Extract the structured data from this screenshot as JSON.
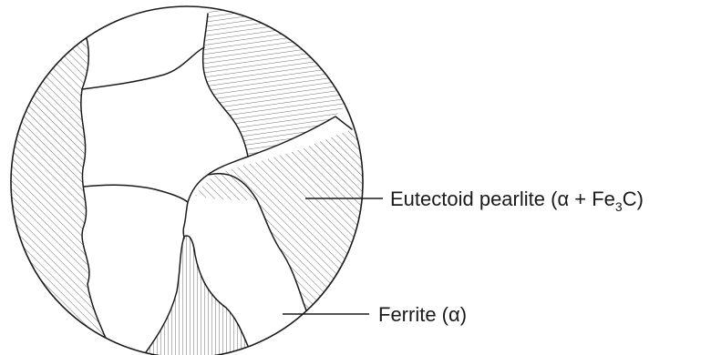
{
  "labels": {
    "pearlite": {
      "prefix": "Eutectoid pearlite (",
      "alpha": "α",
      "mid": " + Fe",
      "subscript": "3",
      "suffix": "C)"
    },
    "ferrite": {
      "prefix": "Ferrite (",
      "alpha": "α",
      "suffix": ")"
    }
  },
  "colors": {
    "outline": "#1a1a1a",
    "hatch": "#6e6e6e",
    "background": "#ffffff"
  }
}
